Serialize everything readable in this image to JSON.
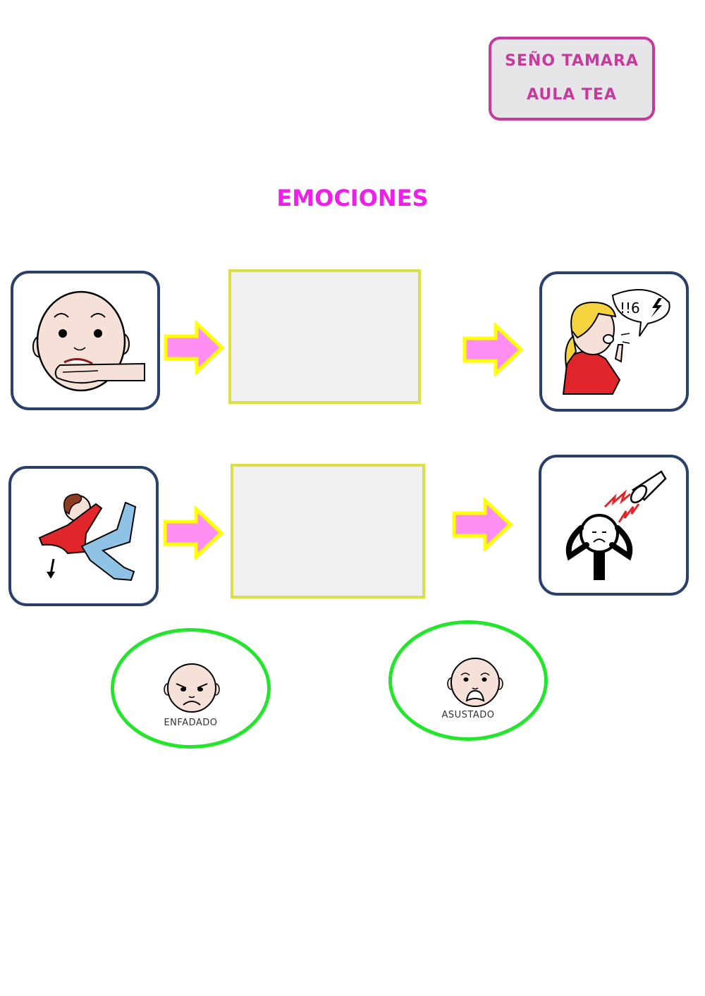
{
  "header": {
    "teacher_line1": "SEÑO TAMARA",
    "teacher_line2": "AULA TEA"
  },
  "title": "EMOCIONES",
  "rows": [
    {
      "cause_icon": "child-biting-arm-icon",
      "answer_box": "",
      "effect_icon": "girl-shouting-icon"
    },
    {
      "cause_icon": "child-falling-icon",
      "answer_box": "",
      "effect_icon": "person-covering-ears-loud-noise-icon"
    }
  ],
  "options": [
    {
      "label": "ENFADADO",
      "icon": "angry-face-icon"
    },
    {
      "label": "ASUSTADO",
      "icon": "scared-face-icon"
    }
  ],
  "colors": {
    "teacher_border": "#c8399d",
    "title": "#ee1fe8",
    "card_border": "#2b3f6b",
    "blank_border": "#d9df45",
    "blank_fill": "#f0f0f0",
    "arrow_fill": "#ff8ef2",
    "arrow_outline": "#ffff00",
    "oval_border": "#22e62a"
  }
}
